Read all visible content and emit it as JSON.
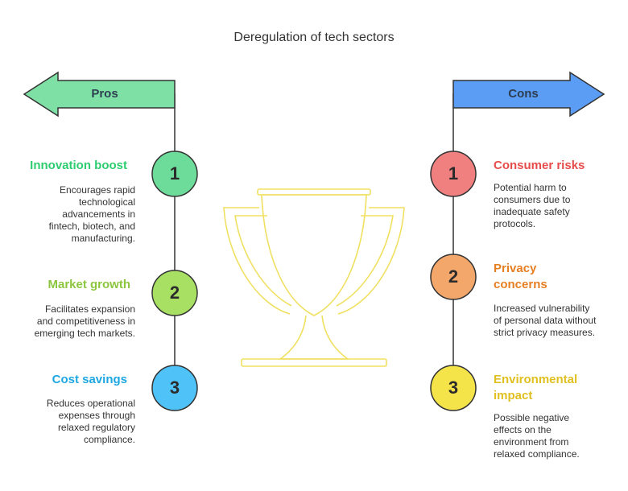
{
  "title": "Deregulation of tech sectors",
  "pros": {
    "label": "Pros",
    "color": "#7fe0a5",
    "items": [
      {
        "number": "1",
        "title": "Innovation boost",
        "title_color": "#2ecc71",
        "circle_color": "#6ddc9a",
        "desc": [
          "Encourages rapid",
          "technological",
          "advancements in",
          "fintech, biotech, and",
          "manufacturing."
        ]
      },
      {
        "number": "2",
        "title": "Market growth",
        "title_color": "#8cc63f",
        "circle_color": "#a8e063",
        "desc": [
          "Facilitates expansion",
          "and competitiveness in",
          "emerging tech markets."
        ]
      },
      {
        "number": "3",
        "title": "Cost savings",
        "title_color": "#1ea7e1",
        "circle_color": "#4fc3f7",
        "desc": [
          "Reduces operational",
          "expenses through",
          "relaxed regulatory",
          "compliance."
        ]
      }
    ]
  },
  "cons": {
    "label": "Cons",
    "color": "#5b9cf5",
    "items": [
      {
        "number": "1",
        "title": [
          "Consumer risks"
        ],
        "title_color": "#e74c4c",
        "circle_color": "#f08080",
        "desc": [
          "Potential harm to",
          "consumers due to",
          "inadequate safety",
          "protocols."
        ]
      },
      {
        "number": "2",
        "title": [
          "Privacy",
          "concerns"
        ],
        "title_color": "#e67e22",
        "circle_color": "#f4a76b",
        "desc": [
          "Increased vulnerability",
          "of personal data without",
          "strict privacy measures."
        ]
      },
      {
        "number": "3",
        "title": [
          "Environmental",
          "impact"
        ],
        "title_color": "#e0c020",
        "circle_color": "#f4e44a",
        "desc": [
          "Possible negative",
          "effects on the",
          "environment from",
          "relaxed compliance."
        ]
      }
    ]
  },
  "icon": "trophy-icon",
  "trophy_color": "#f0e060"
}
